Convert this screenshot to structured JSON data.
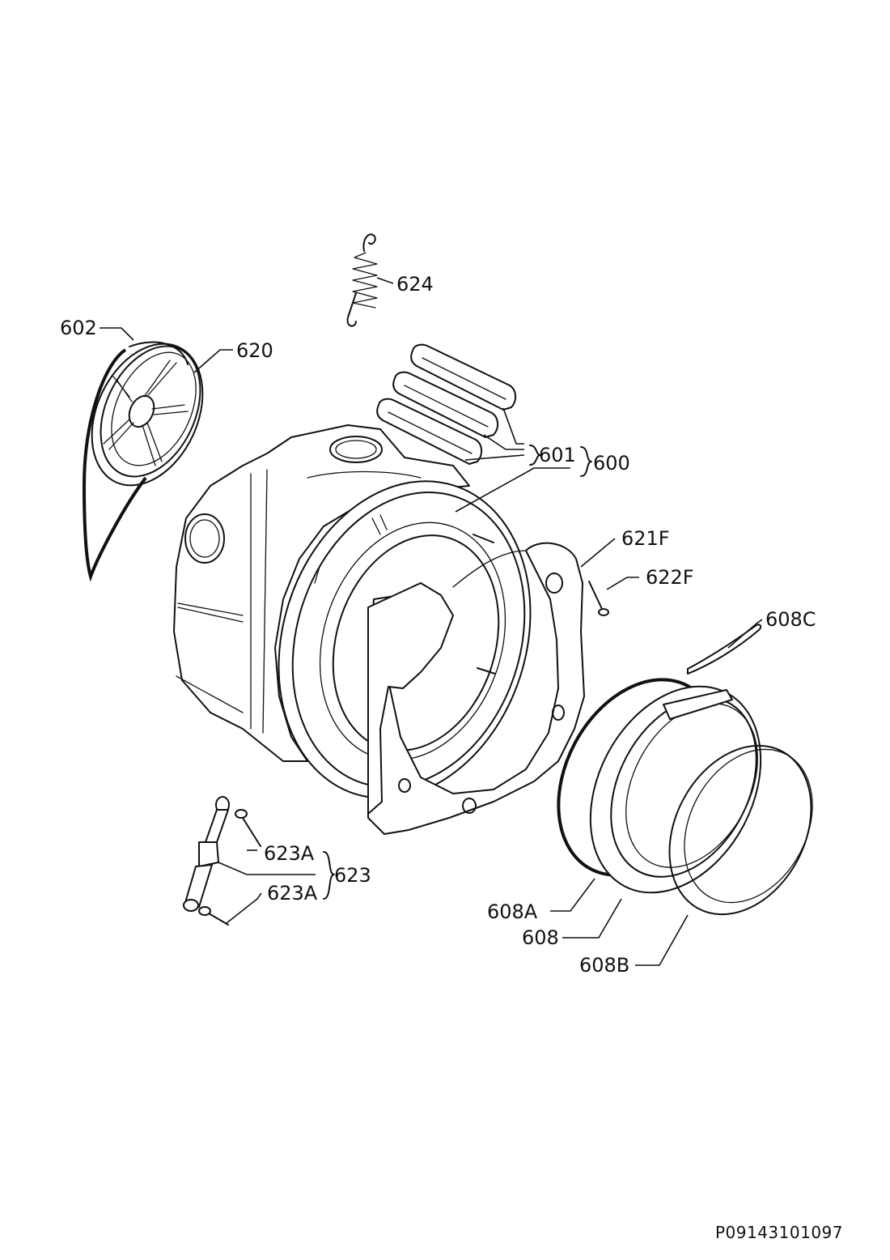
{
  "drawing_code": "P09143101097",
  "callouts": {
    "c600": "600",
    "c601": "601",
    "c602": "602",
    "c608": "608",
    "c608A": "608A",
    "c608B": "608B",
    "c608C": "608C",
    "c620": "620",
    "c621F": "621F",
    "c622F": "622F",
    "c623": "623",
    "c623A_top": "623A",
    "c623A_bottom": "623A",
    "c624": "624"
  }
}
